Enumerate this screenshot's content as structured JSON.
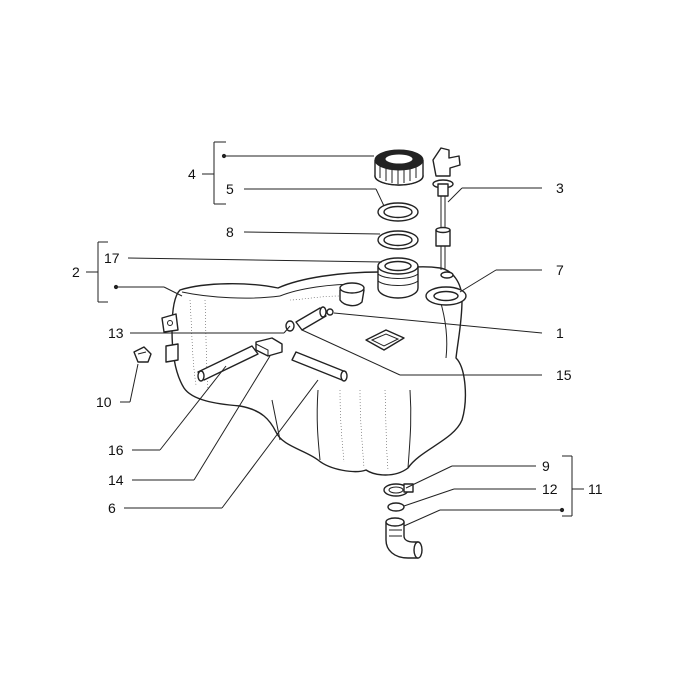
{
  "callouts": [
    {
      "id": "1",
      "text": "1"
    },
    {
      "id": "2",
      "text": "2"
    },
    {
      "id": "3",
      "text": "3"
    },
    {
      "id": "4",
      "text": "4"
    },
    {
      "id": "5",
      "text": "5"
    },
    {
      "id": "6",
      "text": "6"
    },
    {
      "id": "7",
      "text": "7"
    },
    {
      "id": "8",
      "text": "8"
    },
    {
      "id": "9",
      "text": "9"
    },
    {
      "id": "10",
      "text": "10"
    },
    {
      "id": "11",
      "text": "11"
    },
    {
      "id": "12",
      "text": "12"
    },
    {
      "id": "13",
      "text": "13"
    },
    {
      "id": "14",
      "text": "14"
    },
    {
      "id": "15",
      "text": "15"
    },
    {
      "id": "16",
      "text": "16"
    },
    {
      "id": "17",
      "text": "17"
    }
  ],
  "parts": [
    {
      "name": "fuel-tank"
    },
    {
      "name": "filler-cap"
    },
    {
      "name": "cap-gasket"
    },
    {
      "name": "filler-ring"
    },
    {
      "name": "filler-neck"
    },
    {
      "name": "fuel-level-sender"
    },
    {
      "name": "sender-gasket"
    },
    {
      "name": "vent-fitting"
    },
    {
      "name": "vent-hose"
    },
    {
      "name": "breather-hose"
    },
    {
      "name": "hose-clip"
    },
    {
      "name": "clamp-bracket"
    },
    {
      "name": "spring-nut"
    },
    {
      "name": "support-rubber"
    },
    {
      "name": "hose-clamp"
    },
    {
      "name": "o-ring"
    },
    {
      "name": "elbow-fitting"
    }
  ]
}
